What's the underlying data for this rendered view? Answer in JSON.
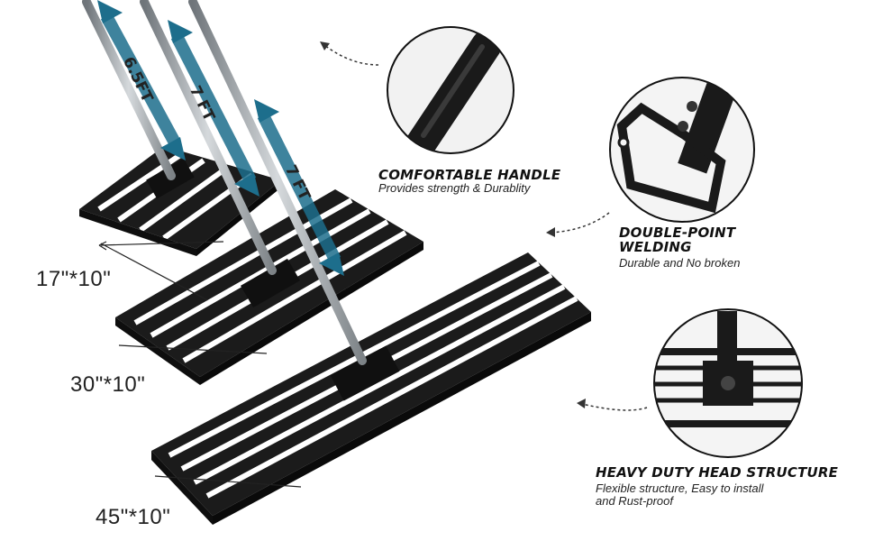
{
  "colors": {
    "arrow": "#1d6e8c",
    "frame": "#1b1b1b",
    "pole": "#9aa0a4",
    "background": "#ffffff"
  },
  "products": [
    {
      "size": "17\"*10\"",
      "length": "6.5FT"
    },
    {
      "size": "30\"*10\"",
      "length": "7 FT"
    },
    {
      "size": "45\"*10\"",
      "length": "7 FT"
    }
  ],
  "features": [
    {
      "title": "COMFORTABLE HANDLE",
      "subtitle": "Provides strength & Durablity",
      "icon": "foam-handle-closeup-icon"
    },
    {
      "title_line1": "DOUBLE-POINT",
      "title_line2": "WELDING",
      "subtitle": "Durable and No broken",
      "icon": "bracket-weld-closeup-icon"
    },
    {
      "title": "HEAVY DUTY HEAD STRUCTURE",
      "subtitle_line1": "Flexible structure, Easy to install",
      "subtitle_line2": "and Rust-proof",
      "icon": "head-structure-closeup-icon"
    }
  ]
}
